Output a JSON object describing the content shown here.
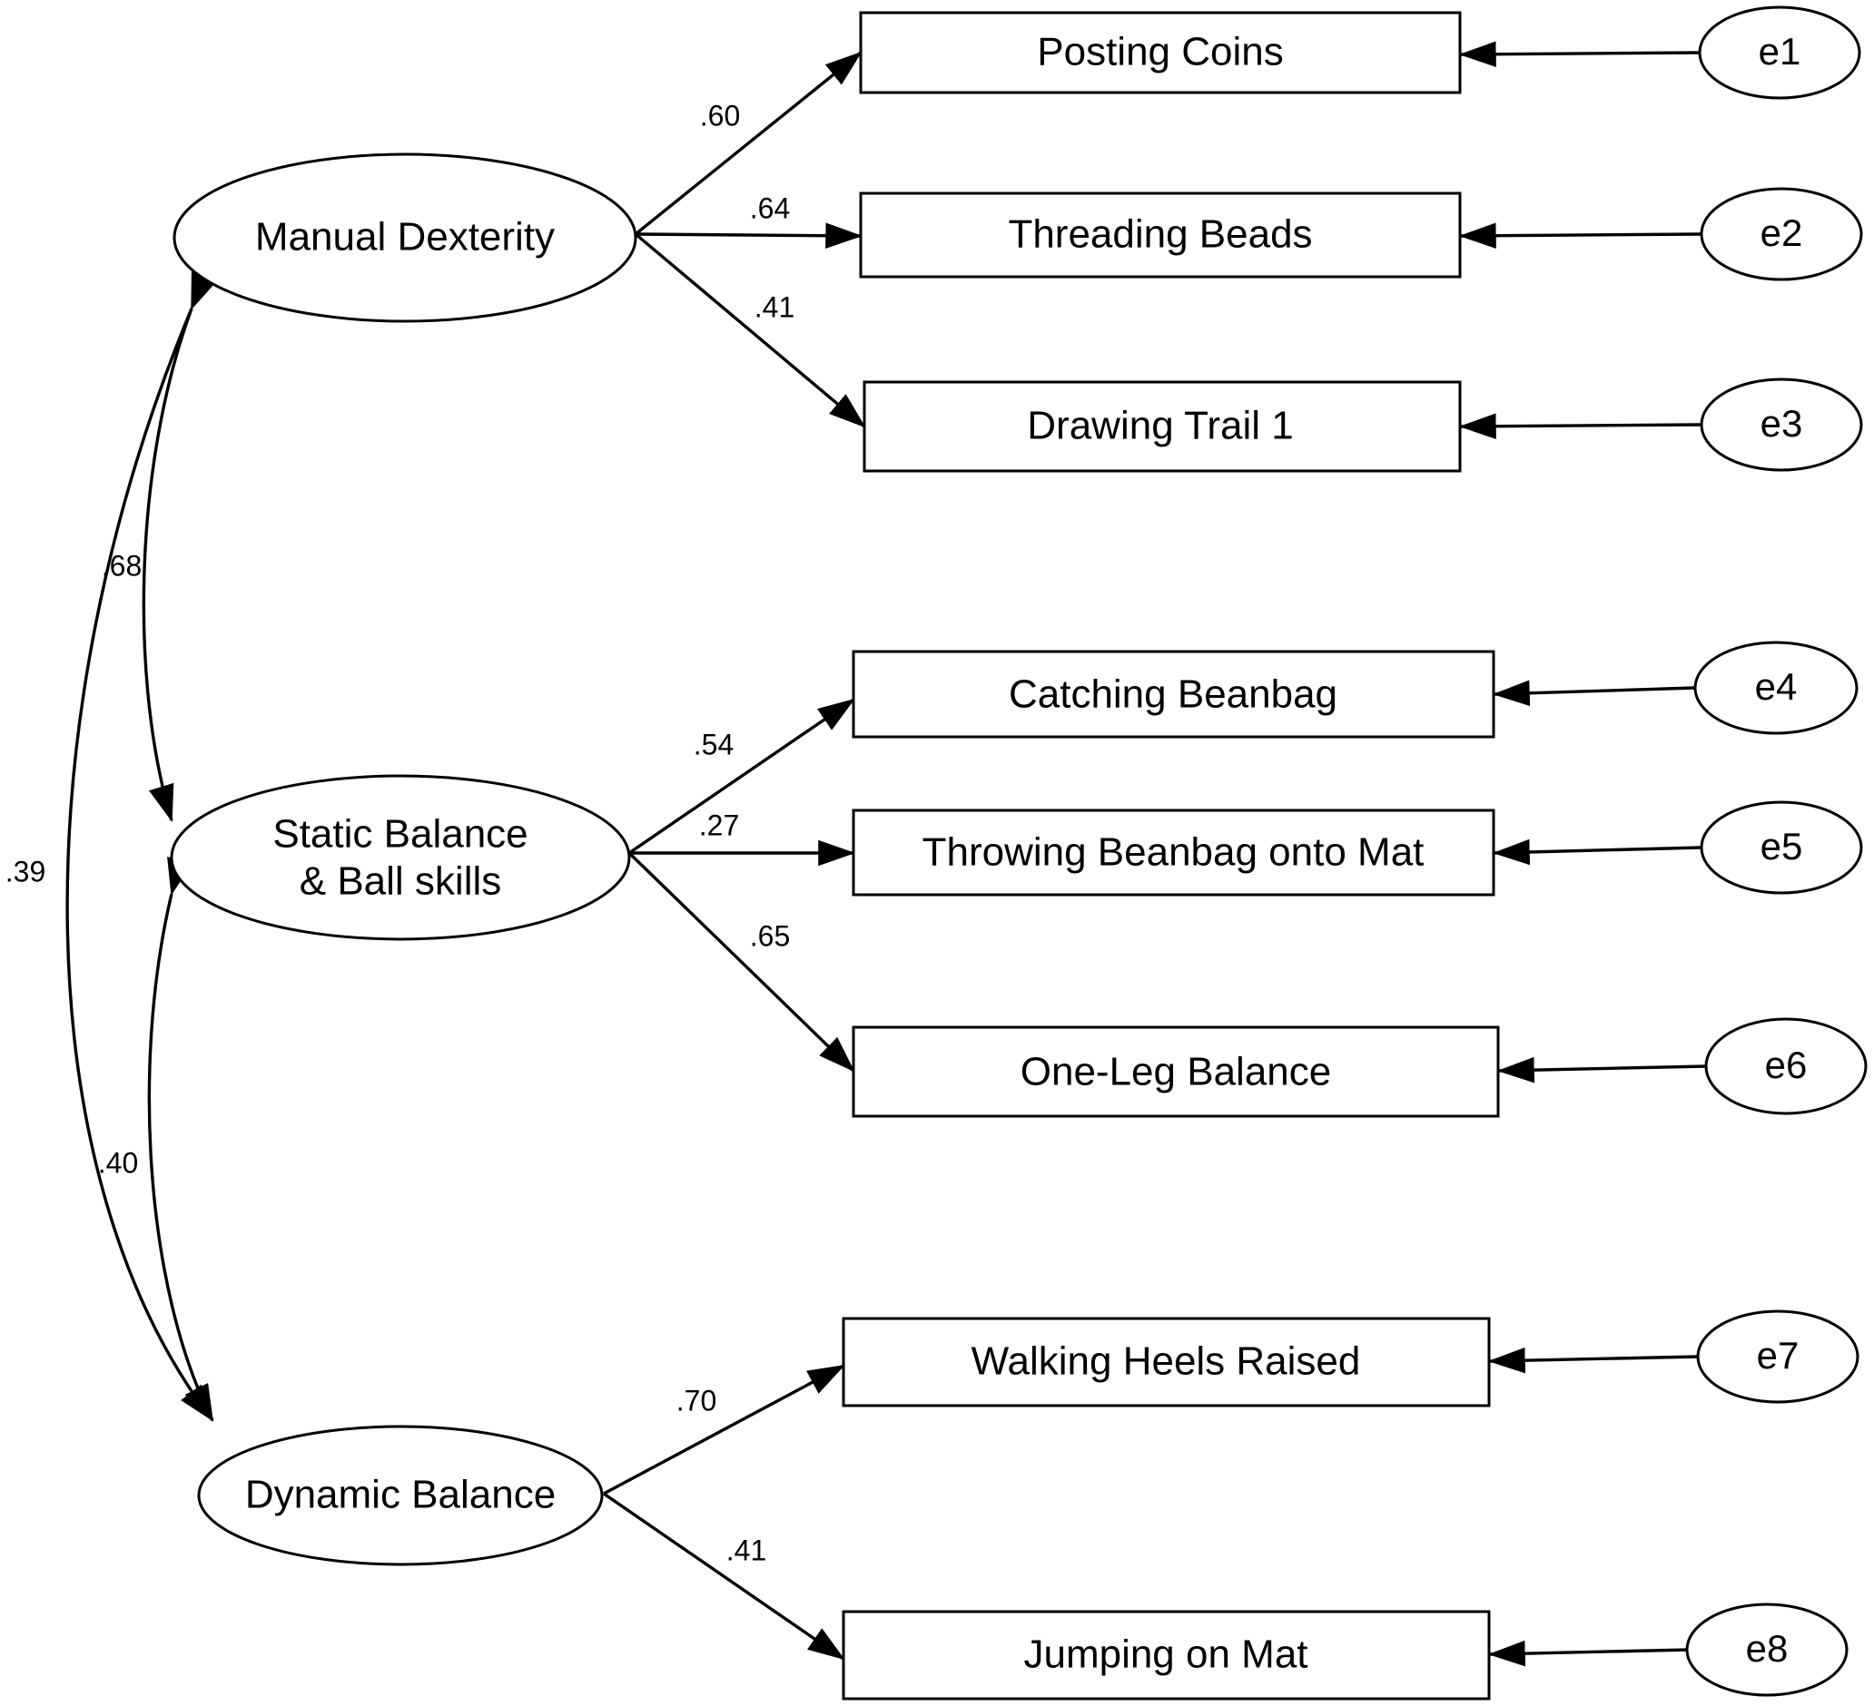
{
  "latent_factors": {
    "manual_dexterity": "Manual Dexterity",
    "static_balance_line1": "Static Balance",
    "static_balance_line2": "& Ball skills",
    "dynamic_balance": "Dynamic Balance"
  },
  "indicators": {
    "posting_coins": "Posting Coins",
    "threading_beads": "Threading Beads",
    "drawing_trail": "Drawing Trail 1",
    "catching_beanbag": "Catching Beanbag",
    "throwing_beanbag": "Throwing Beanbag onto Mat",
    "one_leg_balance": "One-Leg Balance",
    "walking_heels": "Walking Heels Raised",
    "jumping_mat": "Jumping on Mat"
  },
  "errors": [
    "e1",
    "e2",
    "e3",
    "e4",
    "e5",
    "e6",
    "e7",
    "e8"
  ],
  "loadings": {
    "posting_coins": ".60",
    "threading_beads": ".64",
    "drawing_trail": ".41",
    "catching_beanbag": ".54",
    "throwing_beanbag": ".27",
    "one_leg_balance": ".65",
    "walking_heels": ".70",
    "jumping_mat": ".41"
  },
  "correlations": {
    "manual_static": ".68",
    "static_dynamic": ".40",
    "manual_dynamic": ".39"
  }
}
